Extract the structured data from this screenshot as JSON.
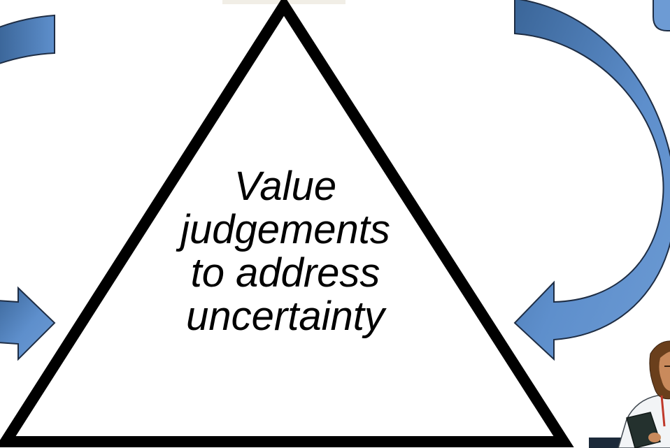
{
  "diagram": {
    "center_label_lines": [
      "Value",
      "judgements",
      "to address",
      "uncertainty"
    ]
  },
  "colors": {
    "arrow_fill_light": "#5e8fcc",
    "arrow_fill_dark": "#3a6598",
    "arrow_stroke": "#1e2d44",
    "triangle_stroke": "#000000",
    "top_banner_fill": "#f1eee6",
    "doctor_skin": "#c98a5c",
    "doctor_hair": "#6a3f1c",
    "doctor_coat": "#f2f4f6",
    "clipboard": "#24312e",
    "corner_panel": "#1c2a3a"
  },
  "icons": {
    "illustration": "doctor-with-clipboard"
  }
}
